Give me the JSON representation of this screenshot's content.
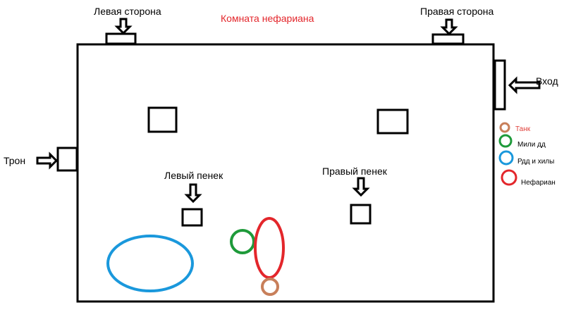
{
  "title": "Комната нефариана",
  "labels": {
    "left_side": "Левая сторона",
    "right_side": "Правая сторона",
    "entrance": "Вход",
    "throne": "Трон",
    "left_stump": "Левый пенек",
    "right_stump": "Правый пенек"
  },
  "legend": [
    {
      "label": "Танк",
      "color": "#c87f5a",
      "text_color": "#e0403a"
    },
    {
      "label": "Мили дд",
      "color": "#1e9a3a",
      "text_color": "#000000"
    },
    {
      "label": "Рдд и хилы",
      "color": "#1a98dc",
      "text_color": "#000000"
    },
    {
      "label": "Нефариан",
      "color": "#e3262b",
      "text_color": "#000000"
    }
  ],
  "colors": {
    "title": "#e3262b",
    "outline": "#000000"
  }
}
